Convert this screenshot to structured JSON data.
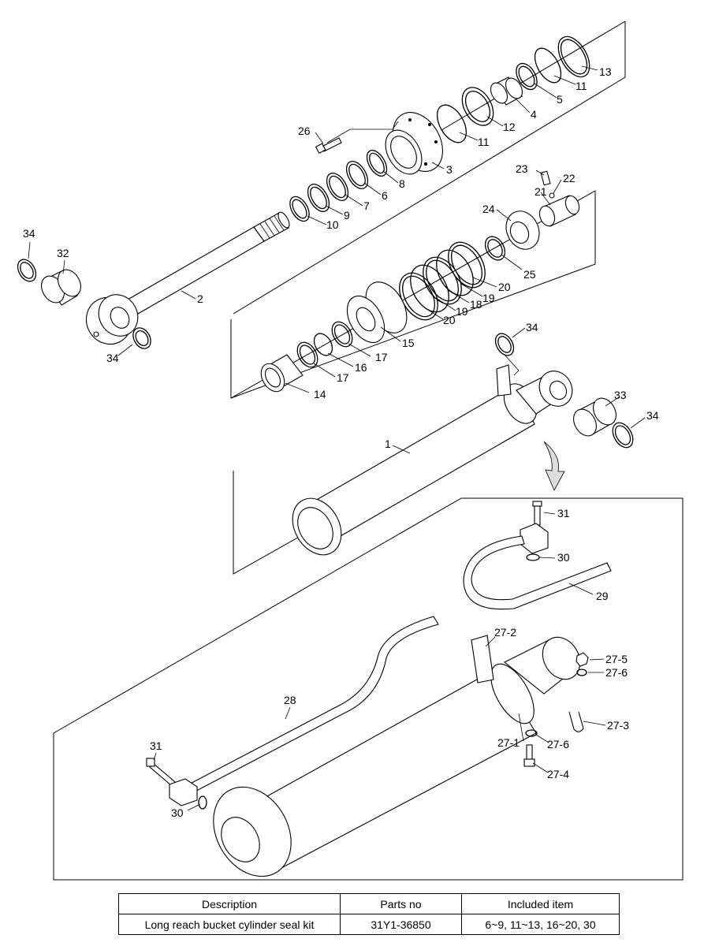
{
  "callouts": [
    {
      "id": "c13",
      "text": "13"
    },
    {
      "id": "c11a",
      "text": "11"
    },
    {
      "id": "c5",
      "text": "5"
    },
    {
      "id": "c4",
      "text": "4"
    },
    {
      "id": "c12",
      "text": "12"
    },
    {
      "id": "c11b",
      "text": "11"
    },
    {
      "id": "c26",
      "text": "26"
    },
    {
      "id": "c3",
      "text": "3"
    },
    {
      "id": "c8",
      "text": "8"
    },
    {
      "id": "c6",
      "text": "6"
    },
    {
      "id": "c7",
      "text": "7"
    },
    {
      "id": "c9",
      "text": "9"
    },
    {
      "id": "c10",
      "text": "10"
    },
    {
      "id": "c23",
      "text": "23"
    },
    {
      "id": "c22",
      "text": "22"
    },
    {
      "id": "c21",
      "text": "21"
    },
    {
      "id": "c24",
      "text": "24"
    },
    {
      "id": "c25",
      "text": "25"
    },
    {
      "id": "c20a",
      "text": "20"
    },
    {
      "id": "c19a",
      "text": "19"
    },
    {
      "id": "c18",
      "text": "18"
    },
    {
      "id": "c19b",
      "text": "19"
    },
    {
      "id": "c20b",
      "text": "20"
    },
    {
      "id": "c15",
      "text": "15"
    },
    {
      "id": "c17a",
      "text": "17"
    },
    {
      "id": "c16",
      "text": "16"
    },
    {
      "id": "c17b",
      "text": "17"
    },
    {
      "id": "c14",
      "text": "14"
    },
    {
      "id": "c34a",
      "text": "34"
    },
    {
      "id": "c32",
      "text": "32"
    },
    {
      "id": "c2",
      "text": "2"
    },
    {
      "id": "c34b",
      "text": "34"
    },
    {
      "id": "c34c",
      "text": "34"
    },
    {
      "id": "c33",
      "text": "33"
    },
    {
      "id": "c34d",
      "text": "34"
    },
    {
      "id": "c1",
      "text": "1"
    },
    {
      "id": "c31a",
      "text": "31"
    },
    {
      "id": "c30a",
      "text": "30"
    },
    {
      "id": "c29",
      "text": "29"
    },
    {
      "id": "c27_2",
      "text": "27-2"
    },
    {
      "id": "c27_5",
      "text": "27-5"
    },
    {
      "id": "c27_6a",
      "text": "27-6"
    },
    {
      "id": "c28",
      "text": "28"
    },
    {
      "id": "c27_3",
      "text": "27-3"
    },
    {
      "id": "c27_1",
      "text": "27-1"
    },
    {
      "id": "c27_6b",
      "text": "27-6"
    },
    {
      "id": "c31b",
      "text": "31"
    },
    {
      "id": "c27_4",
      "text": "27-4"
    },
    {
      "id": "c30b",
      "text": "30"
    }
  ],
  "table": {
    "headers": [
      "Description",
      "Parts no",
      "Included item"
    ],
    "rows": [
      [
        "Long reach bucket cylinder seal kit",
        "31Y1-36850",
        "6~9, 11~13, 16~20, 30"
      ]
    ]
  }
}
